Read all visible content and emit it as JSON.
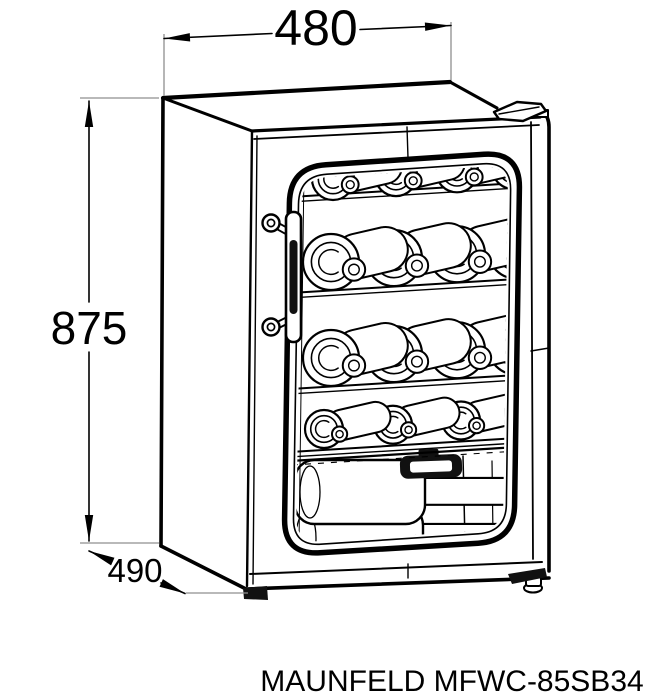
{
  "page": {
    "background": "#ffffff"
  },
  "dimensions": {
    "width": "480",
    "height": "875",
    "depth": "490"
  },
  "caption": {
    "model": "MAUNFELD MFWC-85SB34"
  },
  "colors": {
    "line": "#000000",
    "dark": "#111111",
    "extension": "#8f8f8f",
    "fill": "#ffffff",
    "text": "#000000"
  }
}
